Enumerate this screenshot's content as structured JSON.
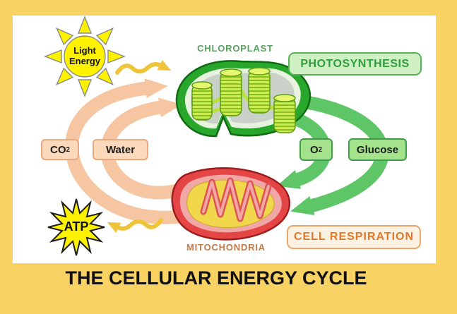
{
  "title": "THE CELLULAR ENERGY CYCLE",
  "sun": {
    "label_line1": "Light",
    "label_line2": "Energy"
  },
  "chloroplast": {
    "label": "CHLOROPLAST"
  },
  "mitochondria": {
    "label": "MITOCHONDRIA"
  },
  "badges": {
    "photosynthesis": "PHOTOSYNTHESIS",
    "cell_respiration": "CELL RESPIRATION"
  },
  "molecules": {
    "co2": {
      "text": "CO",
      "sub": "2"
    },
    "water": {
      "text": "Water"
    },
    "o2": {
      "text": "O",
      "sub": "2"
    },
    "glucose": {
      "text": "Glucose"
    }
  },
  "atp": {
    "label": "ATP"
  },
  "colors": {
    "frame_yellow": "#f8d263",
    "panel_white": "#ffffff",
    "arrow_peach": "#f6c6a2",
    "arrow_green": "#5ec667",
    "energy_squiggle_gold": "#eec43a",
    "sun_yellow": "#fef200",
    "atp_yellow": "#fff200",
    "chloroplast_green": "#29a72c",
    "grana_yellow_green": "#cdec52",
    "mitochondria_red": "#e64545",
    "mito_matrix_yellow": "#f1d74b",
    "peach_box_fill": "#fbd9ba",
    "peach_box_border": "#eba87e",
    "green_box_fill": "#a4e28c",
    "green_box_border": "#3f9e4d",
    "photosynthesis_text": "#2f9e3f",
    "cell_respiration_text": "#e1782a",
    "chloroplast_label_green": "#5aa05f",
    "mitochondria_label_orange": "#c07a4a",
    "title_black": "#111111"
  }
}
